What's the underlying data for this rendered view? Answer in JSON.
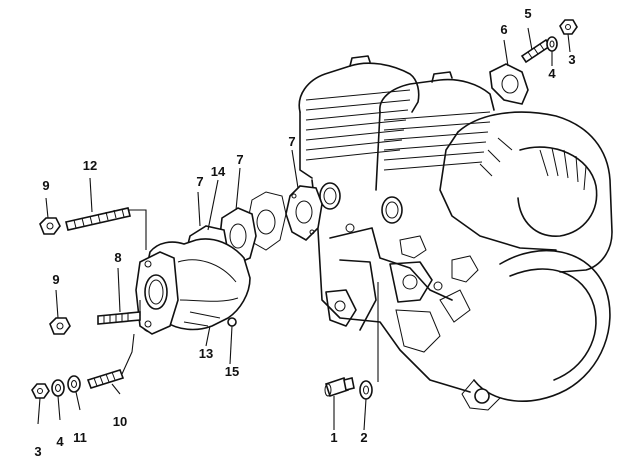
{
  "callouts": {
    "c1": "1",
    "c2": "2",
    "c3a": "3",
    "c3b": "3",
    "c4a": "4",
    "c4b": "4",
    "c5": "5",
    "c6": "6",
    "c7a": "7",
    "c7b": "7",
    "c7c": "7",
    "c8": "8",
    "c9a": "9",
    "c9b": "9",
    "c10": "10",
    "c11": "11",
    "c12": "12",
    "c13": "13",
    "c14": "14",
    "c15": "15"
  }
}
